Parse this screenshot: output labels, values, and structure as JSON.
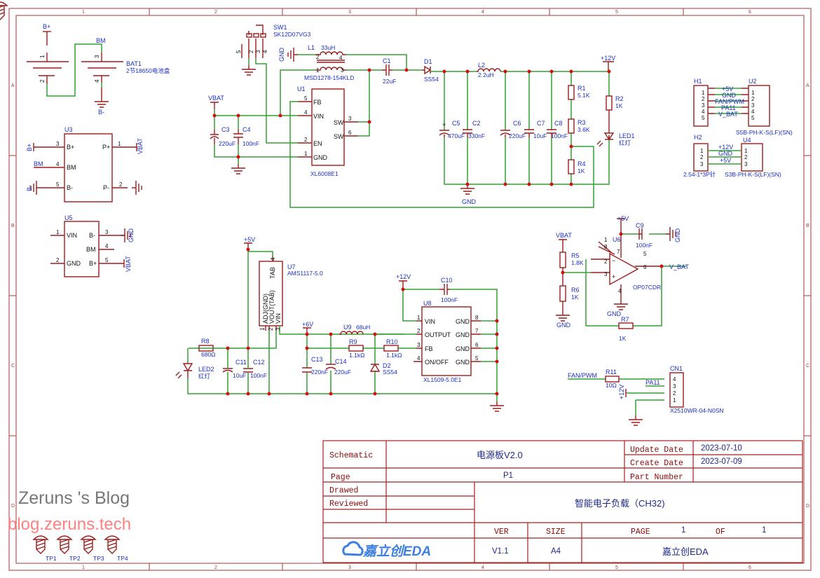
{
  "frame": {
    "cols": [
      "1",
      "2",
      "3",
      "4",
      "5",
      "6"
    ],
    "rows": [
      "A",
      "B",
      "C",
      "D"
    ]
  },
  "colors": {
    "wire": "#34a034",
    "component": "#9c1c1c",
    "label": "#1c2fc4",
    "junction": "#d41010"
  },
  "bat1": {
    "ref": "BAT1",
    "value": "2节18650电池盒",
    "net_bplus": "B+",
    "net_bm": "BM",
    "net_bminus": "B-",
    "pins": [
      "1",
      "2",
      "3",
      "4"
    ]
  },
  "u3": {
    "ref": "U3",
    "pins_left": [
      {
        "num": "3",
        "name": "B+",
        "net": "B+"
      },
      {
        "num": "4",
        "name": "BM",
        "net": "BM"
      },
      {
        "num": "5",
        "name": "B-",
        "net": "B-"
      }
    ],
    "pins_right": [
      {
        "num": "1",
        "name": "P+",
        "net": "VBAT"
      },
      {
        "num": "2",
        "name": "P-"
      }
    ]
  },
  "u5": {
    "ref": "U5",
    "pins_left": [
      {
        "num": "1",
        "name": "VIN"
      },
      {
        "num": "2",
        "name": "GND"
      }
    ],
    "pins_right": [
      {
        "num": "3",
        "name": "B-",
        "net": "GND"
      },
      {
        "num": "4",
        "name": "BM"
      },
      {
        "num": "5",
        "name": "B+",
        "net": "VBAT"
      }
    ]
  },
  "sw1": {
    "ref": "SW1",
    "value": "SK12D07VG3",
    "pins": [
      "5",
      "2",
      "3",
      "4"
    ]
  },
  "l1": {
    "ref": "L1",
    "value": "33uH",
    "part": "MSD1278-154KLD",
    "pins": [
      "2",
      "4",
      "1",
      "3"
    ],
    "net_gnd": "GND"
  },
  "c1": {
    "ref": "C1",
    "value": "22uF"
  },
  "d1": {
    "ref": "D1",
    "value": "SS54"
  },
  "u1": {
    "ref": "U1",
    "value": "XL6008E1",
    "pins_left": [
      {
        "num": "5",
        "name": "FB"
      },
      {
        "num": "4",
        "name": "VIN"
      },
      {
        "num": "2",
        "name": "EN"
      },
      {
        "num": "1",
        "name": "GND"
      }
    ],
    "pins_right": [
      {
        "num": "3",
        "name": "SW"
      },
      {
        "num": "6",
        "name": "SW"
      }
    ]
  },
  "vbat_net": "VBAT",
  "c3": {
    "ref": "C3",
    "value": "220uF"
  },
  "c4": {
    "ref": "C4",
    "value": "100nF"
  },
  "l2": {
    "ref": "L2",
    "value": "2.2uH"
  },
  "c5": {
    "ref": "C5",
    "value": "470uF"
  },
  "c2": {
    "ref": "C2",
    "value": "330nF"
  },
  "c6": {
    "ref": "C6",
    "value": "220uF"
  },
  "c7": {
    "ref": "C7",
    "value": "10uF"
  },
  "c8": {
    "ref": "C8",
    "value": "100nF"
  },
  "r1": {
    "ref": "R1",
    "value": "5.1K"
  },
  "r3": {
    "ref": "R3",
    "value": "3.6K"
  },
  "r4": {
    "ref": "R4",
    "value": "1K"
  },
  "r2": {
    "ref": "R2",
    "value": "1K"
  },
  "led1": {
    "ref": "LED1",
    "value": "红灯"
  },
  "net_12v": "+12V",
  "net_gnd": "GND",
  "h1": {
    "ref": "H1",
    "pins": [
      "1",
      "2",
      "3",
      "4",
      "5"
    ]
  },
  "u2": {
    "ref": "U2",
    "value": "S5B-PH-K-S(LF)(SN)",
    "pins": [
      "1",
      "2",
      "3",
      "4",
      "5"
    ]
  },
  "h1_nets": [
    "+5V",
    "GND",
    "FAN/PWM",
    "PA11",
    "V_BAT"
  ],
  "h2": {
    "ref": "H2",
    "value": "2.54-1*3P针",
    "pins": [
      "1",
      "2",
      "3"
    ]
  },
  "u4": {
    "ref": "U4",
    "value": "S3B-PH-K-S(LF)(SN)",
    "pins": [
      "1",
      "2",
      "3"
    ]
  },
  "h2_nets": [
    "+12V",
    "GND",
    "+5V"
  ],
  "u6": {
    "ref": "U6",
    "value": "OP07CDR",
    "pins": [
      "1",
      "8",
      "7",
      "2",
      "3",
      "5",
      "6",
      "4"
    ],
    "net_out": "V_BAT"
  },
  "c9": {
    "ref": "C9",
    "value": "100nF"
  },
  "r5": {
    "ref": "R5",
    "value": "1.8K"
  },
  "r6": {
    "ref": "R6",
    "value": "1K"
  },
  "r7": {
    "ref": "R7",
    "value": "1K"
  },
  "net_5v": "+5V",
  "u7": {
    "ref": "U7",
    "value": "AMS1117-5.0",
    "pins": [
      {
        "num": "4",
        "name": "TAB"
      },
      {
        "num": "1",
        "name": "ADJ(GND)"
      },
      {
        "num": "2",
        "name": "VOUT(TAB)"
      },
      {
        "num": "3",
        "name": "VIN"
      }
    ]
  },
  "r8": {
    "ref": "R8",
    "value": "680Ω"
  },
  "led2": {
    "ref": "LED2",
    "value": "红灯"
  },
  "c11": {
    "ref": "C11",
    "value": "10uF"
  },
  "c12": {
    "ref": "C12",
    "value": "100nF"
  },
  "net_6v": "+6V",
  "u9": {
    "ref": "U9",
    "value": "68uH"
  },
  "r9": {
    "ref": "R9",
    "value": "1.1kΩ"
  },
  "r10": {
    "ref": "R10",
    "value": "1.1kΩ"
  },
  "c13": {
    "ref": "C13",
    "value": "220nF"
  },
  "c14": {
    "ref": "C14",
    "value": "220uF"
  },
  "d2": {
    "ref": "D2",
    "value": "SS54"
  },
  "c10": {
    "ref": "C10",
    "value": "100nF"
  },
  "u8": {
    "ref": "U8",
    "value": "XL1509-5.0E1",
    "pins_left": [
      {
        "num": "1",
        "name": "VIN"
      },
      {
        "num": "2",
        "name": "OUTPUT"
      },
      {
        "num": "3",
        "name": "FB"
      },
      {
        "num": "4",
        "name": "ON/OFF"
      }
    ],
    "pins_right": [
      {
        "num": "8",
        "name": "GND"
      },
      {
        "num": "7",
        "name": "GND"
      },
      {
        "num": "6",
        "name": "GND"
      },
      {
        "num": "5",
        "name": "GND"
      }
    ]
  },
  "r11": {
    "ref": "R11",
    "value": "10Ω"
  },
  "cn1": {
    "ref": "CN1",
    "value": "X2510WR-04-N0SN",
    "pins": [
      "4",
      "3",
      "2",
      "1"
    ],
    "nets": [
      "FAN/PWM",
      "PA11",
      "+12V"
    ]
  },
  "testpoints": [
    "TP1",
    "TP2",
    "TP3",
    "TP4"
  ],
  "watermark": {
    "title": "Zeruns 's Blog",
    "url": "blog.zeruns.tech"
  },
  "title_block": {
    "schematic_label": "Schematic",
    "schematic_value": "电源板V2.0",
    "update_label": "Update Date",
    "update_value": "2023-07-10",
    "create_label": "Create Date",
    "create_value": "2023-07-09",
    "page_label": "Page",
    "page_value": "P1",
    "part_label": "Part Number",
    "part_value": "",
    "drawed_label": "Drawed",
    "reviewed_label": "Reviewed",
    "project_title": "智能电子负载（CH32)",
    "ver_label": "VER",
    "ver_value": "V1.1",
    "size_label": "SIZE",
    "size_value": "A4",
    "pageof_label": "PAGE",
    "page_num": "1",
    "of_label": "OF",
    "page_total": "1",
    "logo_text": "嘉立创EDA",
    "company": "嘉立创EDA"
  }
}
